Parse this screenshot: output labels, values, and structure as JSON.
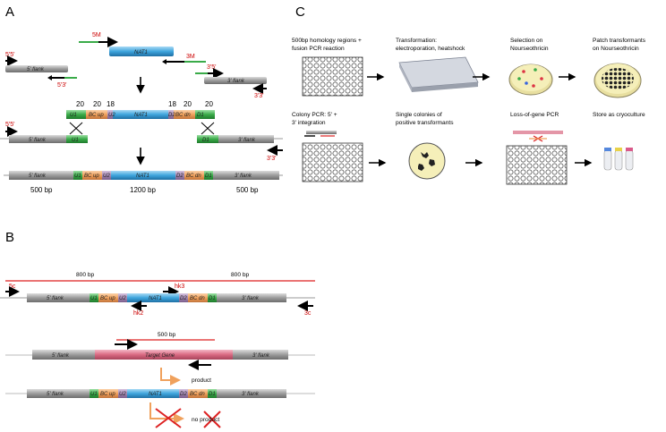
{
  "panels": {
    "a": "A",
    "b": "B",
    "c": "C"
  },
  "panel_a": {
    "primers": {
      "p5m": "5M",
      "p3m": "3M",
      "p5_5": "5'5'",
      "p5_3": "5'3'",
      "p3_5": "3'5'",
      "p3_3": "3'3'",
      "p5_5b": "5'5'",
      "p3_3b": "3'3'"
    },
    "gene": "NAT1",
    "flank5": "5' flank",
    "flank3": "3' flank",
    "seg": {
      "u1": "U1",
      "bcup": "BC up",
      "u2": "U2",
      "d2": "D2",
      "bcdn": "BC dn",
      "d1": "D1"
    },
    "lengths": {
      "n20a": "20",
      "n20b": "20",
      "n18a": "18",
      "n18b": "18",
      "n20c": "20",
      "n20d": "20"
    },
    "sizes": {
      "left": "500 bp",
      "mid": "1200 bp",
      "right": "500 bp"
    }
  },
  "panel_b": {
    "len_left": "800 bp",
    "len_right": "800 bp",
    "len_mid": "500 bp",
    "primers": {
      "c5": "5c",
      "c3": "3c",
      "hk2": "hk2",
      "hk3": "hk3"
    },
    "gene": "NAT1",
    "target": "Target Gene",
    "flank5": "5' flank",
    "flank3": "3' flank",
    "seg": {
      "u1": "U1",
      "bcup": "BC up",
      "u2": "U2",
      "d2": "D2",
      "bcdn": "BC dn",
      "d1": "D1"
    },
    "product": "product",
    "no_product": "no product"
  },
  "panel_c": {
    "steps": [
      "500bp homology regions + fusion PCR reaction",
      "Transformation: electroporation, heatshock",
      "Selection on Nourseothricin",
      "Patch transformants on Nourseothricin",
      "Colony PCR: 5' + 3' integration",
      "Single colonies of positive transformants",
      "Loss-of-gene PCR",
      "Store as cryoculture"
    ]
  },
  "colors": {
    "grey": "#a0a0a0",
    "blue": "#3fa5dd",
    "green": "#3aab49",
    "orange": "#f0a15c",
    "purple": "#a78ab5",
    "red": "#dd2222",
    "pink": "#d96a82",
    "plate": "#f5efb9"
  }
}
